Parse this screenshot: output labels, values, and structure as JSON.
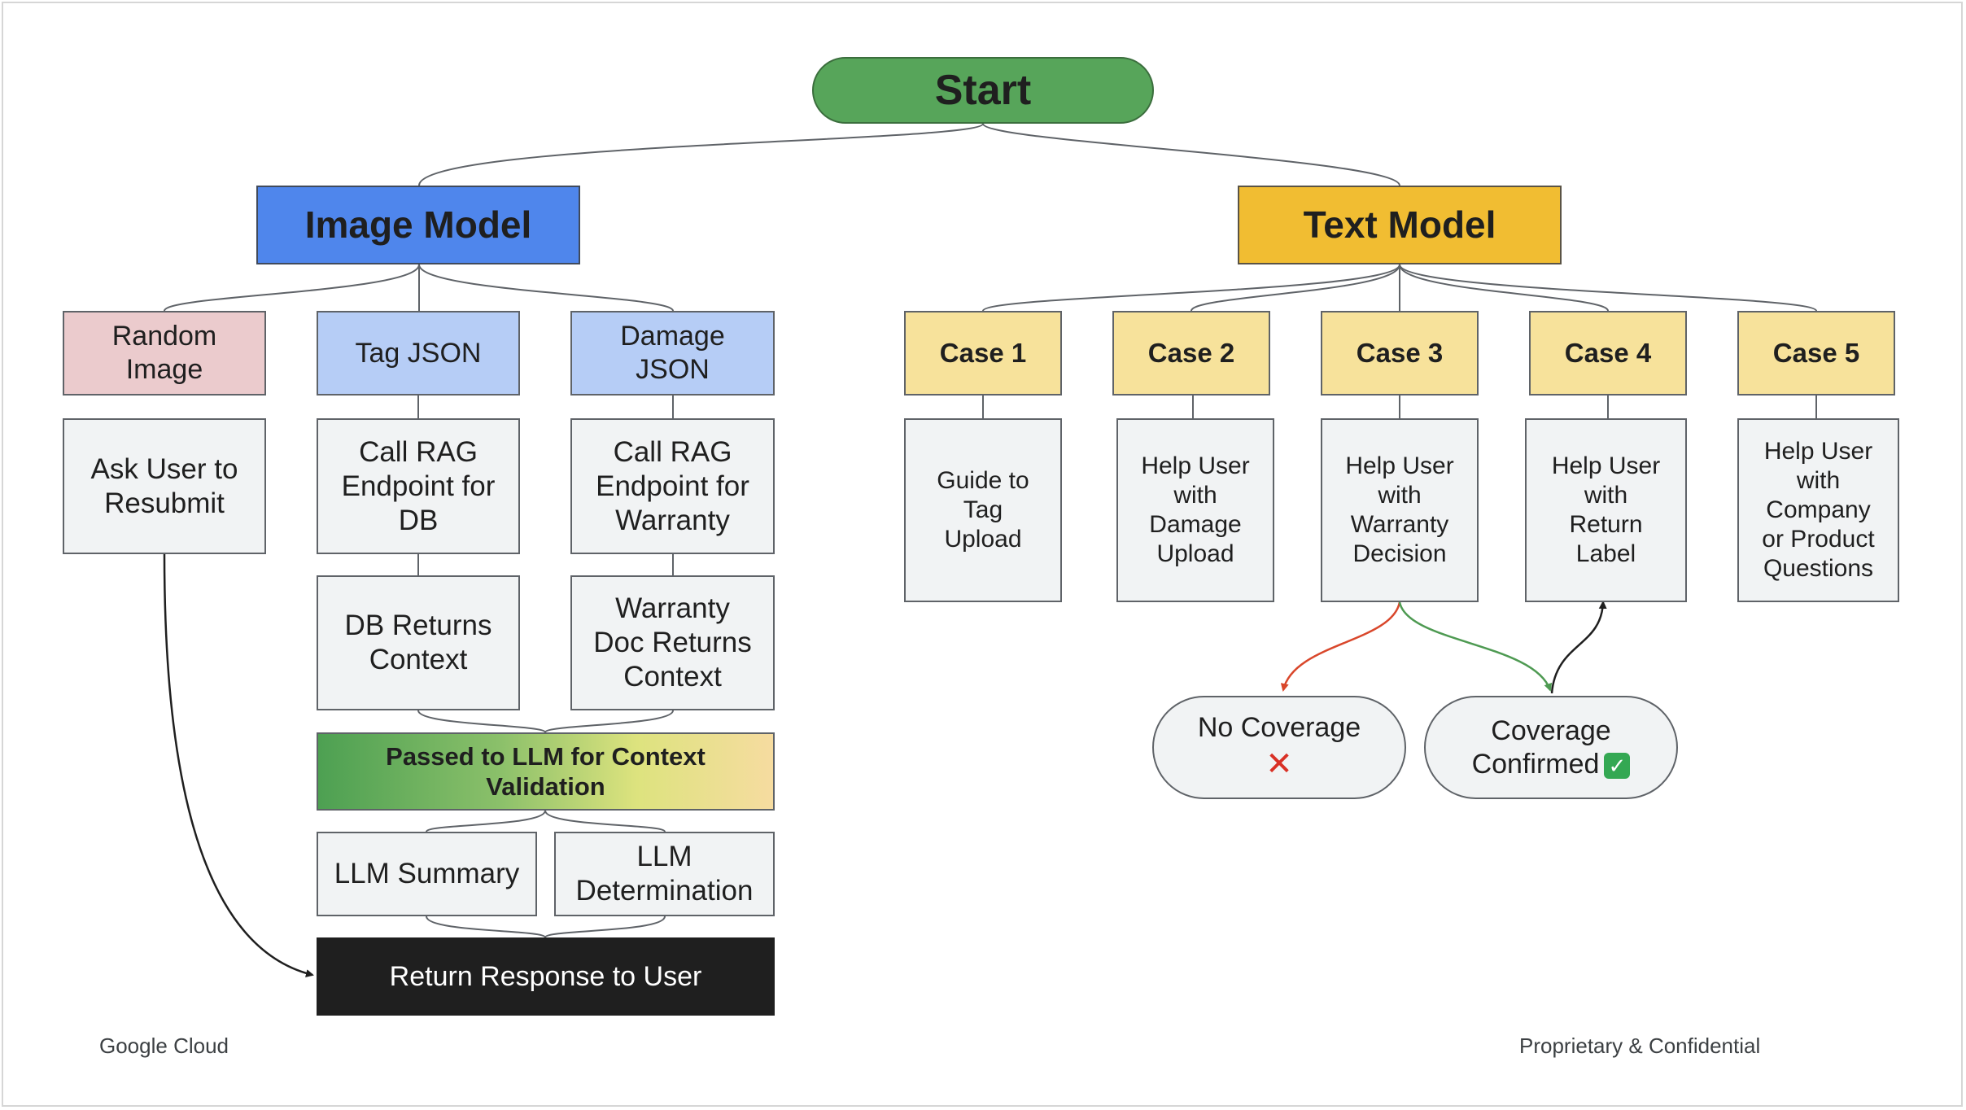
{
  "start": "Start",
  "image_model": {
    "title": "Image Model",
    "branches": [
      {
        "label": "Random\nImage",
        "steps": [
          "Ask User to\nResubmit"
        ]
      },
      {
        "label": "Tag JSON",
        "steps": [
          "Call RAG\nEndpoint for\nDB",
          "DB Returns\nContext"
        ]
      },
      {
        "label": "Damage\nJSON",
        "steps": [
          "Call RAG\nEndpoint for\nWarranty",
          "Warranty\nDoc Returns\nContext"
        ]
      }
    ],
    "validation": "Passed to LLM for Context\nValidation",
    "outputs": [
      "LLM Summary",
      "LLM\nDetermination"
    ],
    "final": "Return Response to User"
  },
  "text_model": {
    "title": "Text Model",
    "cases": [
      {
        "label": "Case 1",
        "action": "Guide to\nTag\nUpload"
      },
      {
        "label": "Case 2",
        "action": "Help User\nwith\nDamage\nUpload"
      },
      {
        "label": "Case 3",
        "action": "Help User\nwith\nWarranty\nDecision"
      },
      {
        "label": "Case 4",
        "action": "Help User\nwith\nReturn\nLabel"
      },
      {
        "label": "Case 5",
        "action": "Help User\nwith\nCompany\nor Product\nQuestions"
      }
    ],
    "outcomes": {
      "no_coverage": {
        "label": "No Coverage",
        "icon": "red-x-icon"
      },
      "coverage_confirmed": {
        "label": "Coverage\nConfirmed",
        "icon": "green-check-icon"
      }
    }
  },
  "footer": {
    "left": "Google Cloud",
    "right": "Proprietary & Confidential"
  },
  "colors": {
    "start": "#57a55a",
    "image_model": "#4f86ec",
    "text_model": "#f1bd32",
    "random_image": "#ebcbcd",
    "json_nodes": "#b6cdf6",
    "case_nodes": "#f7e29b",
    "process_nodes": "#f1f3f4",
    "final": "#1f1f1f",
    "no_coverage_arrow": "#d9472b",
    "coverage_arrow": "#4e9a52"
  }
}
